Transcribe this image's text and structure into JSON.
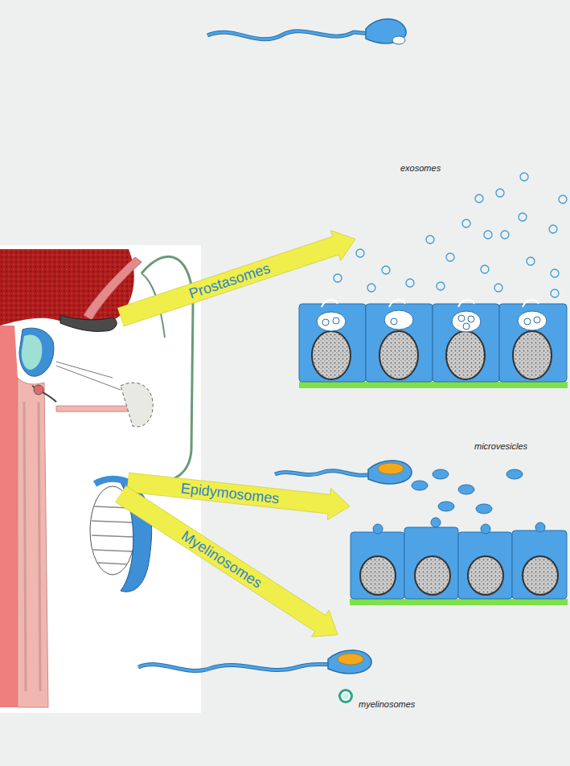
{
  "diagram": {
    "nodes": [
      {
        "text": [
          "Prostasomes"
        ]
      },
      {
        "text": [
          "Epidymosomes"
        ]
      },
      {
        "text": [
          "Myelinosomes"
        ]
      }
    ],
    "labels": [
      "exosomes",
      "microvesicles",
      "myelinosomes"
    ]
  }
}
